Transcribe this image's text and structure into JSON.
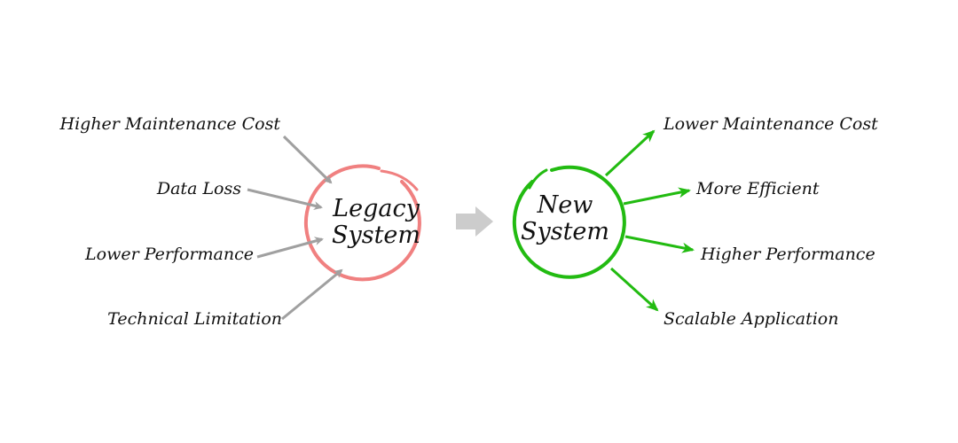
{
  "legacy": {
    "title_line1": "Legacy",
    "title_line2": "System",
    "color": "#f08080",
    "arrow_color": "#a0a0a0",
    "inputs": [
      "Higher Maintenance Cost",
      "Data Loss",
      "Lower Performance",
      "Technical Limitation"
    ]
  },
  "transition": {
    "arrow_color": "#cccccc"
  },
  "new_system": {
    "title_line1": "New",
    "title_line2": "System",
    "color": "#22bb11",
    "outputs": [
      "Lower Maintenance Cost",
      "More Efficient",
      "Higher Performance",
      "Scalable Application"
    ]
  }
}
